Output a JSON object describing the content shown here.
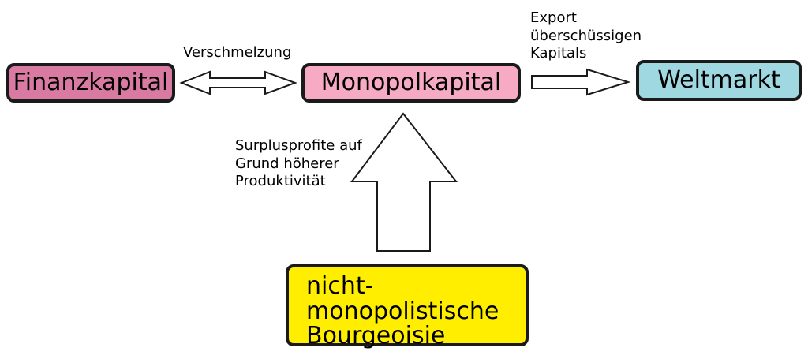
{
  "nodes": {
    "finanzkapital": {
      "label": "Finanzkapital",
      "fill": "#d97aa3"
    },
    "monopolkapital": {
      "label": "Monopolkapital",
      "fill": "#f6aac4"
    },
    "weltmarkt": {
      "label": "Weltmarkt",
      "fill": "#9fd8e0"
    },
    "bourgeoisie": {
      "lines": [
        "nicht-",
        "monopolistische",
        "Bourgeoisie"
      ],
      "fill": "#ffee00"
    }
  },
  "edges": {
    "verschmelzung": {
      "label": "Verschmelzung"
    },
    "export": {
      "lines": [
        "Export",
        "überschüssigen",
        "Kapitals"
      ]
    },
    "surplus": {
      "lines": [
        "Surplusprofite auf",
        "Grund höherer",
        "Produktivität"
      ]
    }
  }
}
